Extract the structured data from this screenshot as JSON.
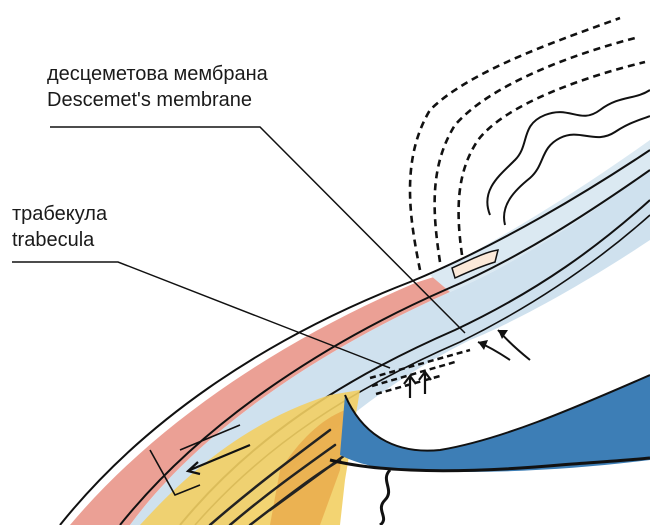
{
  "labels": {
    "descemet_ru": "десцеметова мембрана",
    "descemet_en": "Descemet's membrane",
    "trabecula_ru": "трабекула",
    "trabecula_en": "trabecula"
  },
  "colors": {
    "sclera_red": "#e88f82",
    "light_blue": "#cfe1ee",
    "iris_blue": "#3d7eb6",
    "ciliary_yellow": "#f2cf63",
    "line": "#111111"
  }
}
